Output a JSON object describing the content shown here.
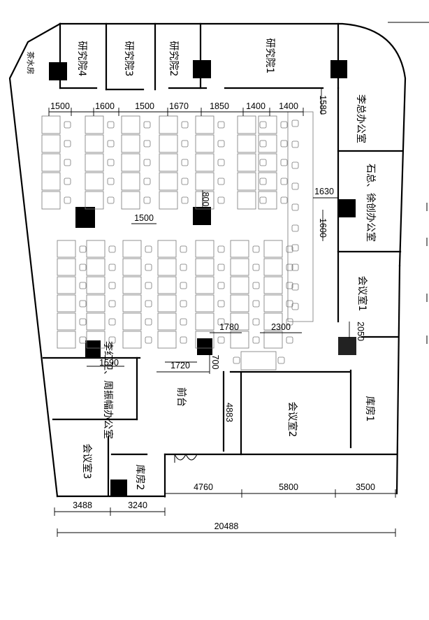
{
  "rooms": {
    "lab4": "研究院4",
    "lab3": "研究院3",
    "lab2": "研究院2",
    "lab1": "研究院1",
    "teabar": "茶水房",
    "office_li": "李总办公室",
    "office_shi": "石总、徐创办公室",
    "meeting1": "会议室1",
    "meeting2": "会议室2",
    "meeting3": "会议室3",
    "storage1": "库房1",
    "storage2": "库房2",
    "office_li_zhou": "李红卫、周振幅办公室",
    "reception": "前台"
  },
  "dims_top": [
    "1500",
    "1600",
    "1500",
    "1670",
    "1850",
    "1400",
    "1400"
  ],
  "dims_mid": {
    "d1580": "1580",
    "d1630": "1630",
    "d1600": "1600",
    "d800": "800",
    "d1500": "1500",
    "d1780": "1780",
    "d2300": "2300",
    "d2050": "2050",
    "d1590": "1590",
    "d1720": "1720",
    "d700": "700",
    "d4883": "4883"
  },
  "dims_bottom": {
    "d4760": "4760",
    "d5800": "5800",
    "d3500": "3500",
    "d3488": "3488",
    "d3240": "3240",
    "total": "20488"
  },
  "colors": {
    "line": "#000000",
    "furniture": "#777777",
    "background": "#ffffff"
  }
}
